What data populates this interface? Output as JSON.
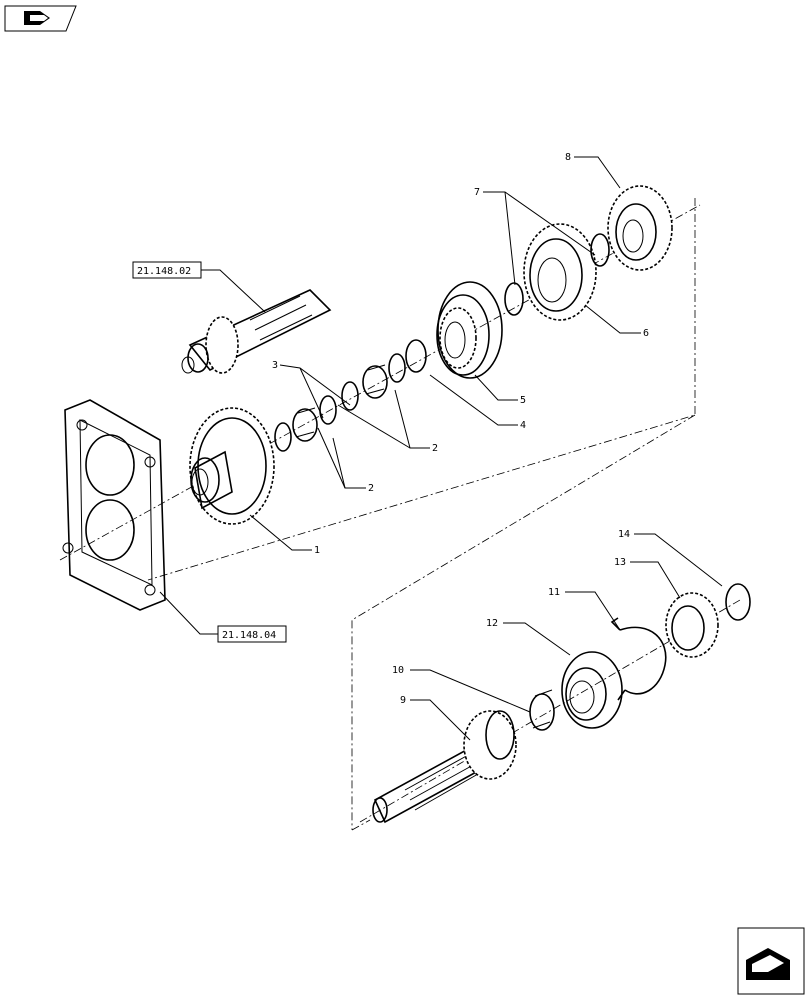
{
  "references": {
    "top": "21.148.02",
    "bottom": "21.148.04"
  },
  "callouts": {
    "c1": "1",
    "c2a": "2",
    "c2b": "2",
    "c3": "3",
    "c4": "4",
    "c5": "5",
    "c6": "6",
    "c7": "7",
    "c8": "8",
    "c9": "9",
    "c10": "10",
    "c11": "11",
    "c12": "12",
    "c13": "13",
    "c14": "14"
  }
}
